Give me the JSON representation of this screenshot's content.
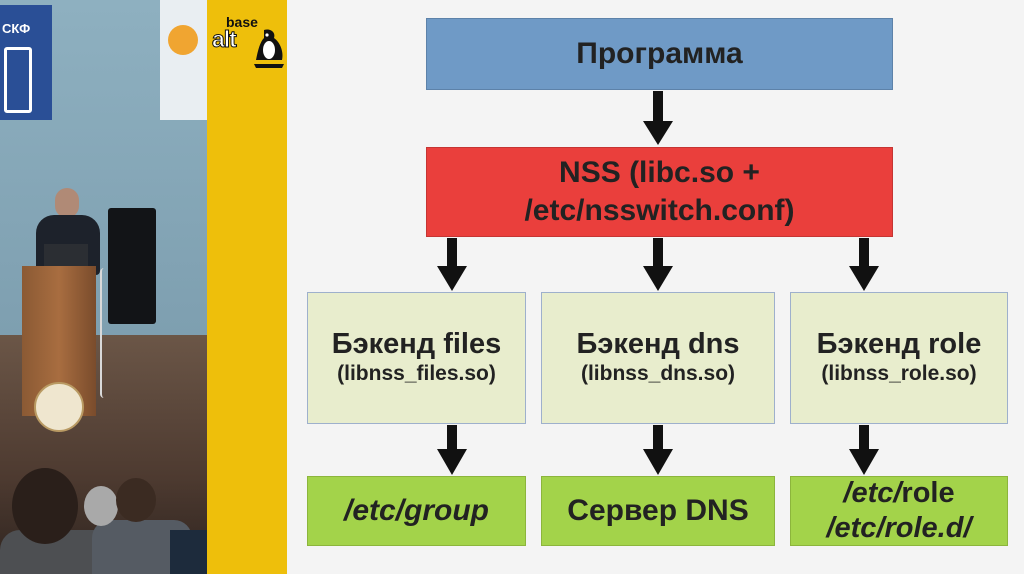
{
  "slide": {
    "program": "Программа",
    "nss_line1": "NSS (libc.so +",
    "nss_line2": "/etc/nsswitch.conf)",
    "backends": [
      {
        "title": "Бэкенд files",
        "lib": "(libnss_files.so)"
      },
      {
        "title": "Бэкенд dns",
        "lib": "(libnss_dns.so)"
      },
      {
        "title": "Бэкенд role",
        "lib": "(libnss_role.so)"
      }
    ],
    "targets": {
      "group": "/etc/group",
      "dns": "Сервер DNS",
      "role_line1_a": "/etc/",
      "role_line1_b": "role",
      "role_line2": "/etc/role.d/"
    }
  },
  "video": {
    "banner_text": "СКФ",
    "logo_base": "base",
    "logo_alt": "alt"
  },
  "colors": {
    "program_box": "#6f9ac6",
    "nss_box": "#ea3f3c",
    "backend_box": "#e8edcd",
    "target_box": "#a3d34a",
    "logo_strip": "#eebf0b"
  }
}
